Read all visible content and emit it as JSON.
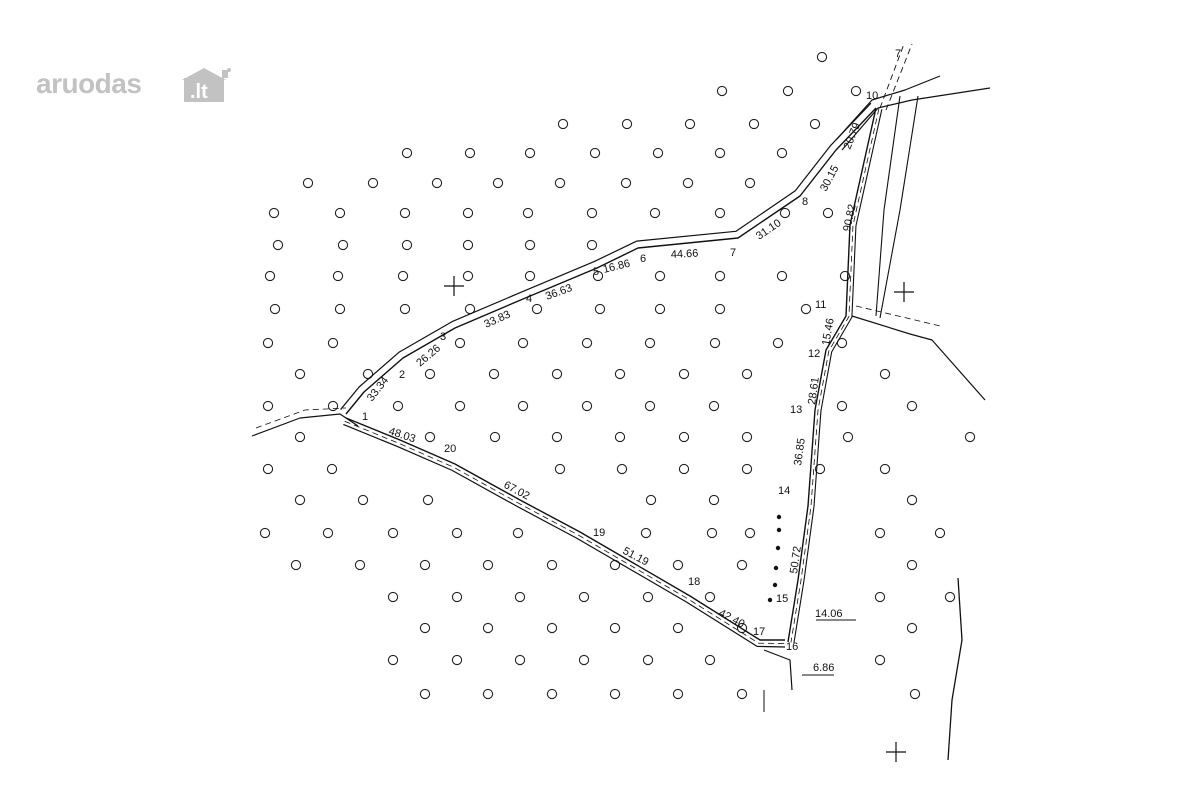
{
  "watermark": {
    "brand": "aruodas",
    "suffix": ".lt"
  },
  "map": {
    "point_labels": [
      "1",
      "2",
      "3",
      "4",
      "5",
      "6",
      "7",
      "8",
      "10",
      "11",
      "12",
      "13",
      "14",
      "15",
      "16",
      "17",
      "18",
      "19",
      "20"
    ],
    "segment_labels": [
      "33.34",
      "26.26",
      "33.83",
      "36.63",
      "16.86",
      "44.66",
      "31.10",
      "30.15",
      "20.79",
      "90.82",
      "15.46",
      "28.61",
      "36.85",
      "50.72",
      "14.06",
      "6.86",
      "42.40",
      "51.19",
      "67.02",
      "48.03"
    ],
    "fragment_label": "7"
  },
  "colors": {
    "ink": "#111111",
    "tree": "#222222",
    "watermark": "#c2c2c2"
  }
}
